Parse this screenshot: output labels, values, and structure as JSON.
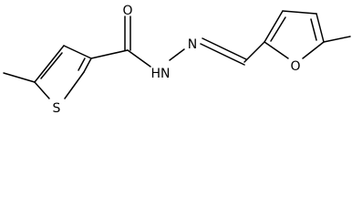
{
  "molecule": {
    "atoms": {
      "carbonyl_oxygen": "O",
      "hydrazide_nh": "HN",
      "imine_nitrogen": "N",
      "thiophene_sulfur": "S",
      "furan_oxygen": "O"
    }
  },
  "colors": {
    "ink": "#000000",
    "background": "#ffffff"
  }
}
